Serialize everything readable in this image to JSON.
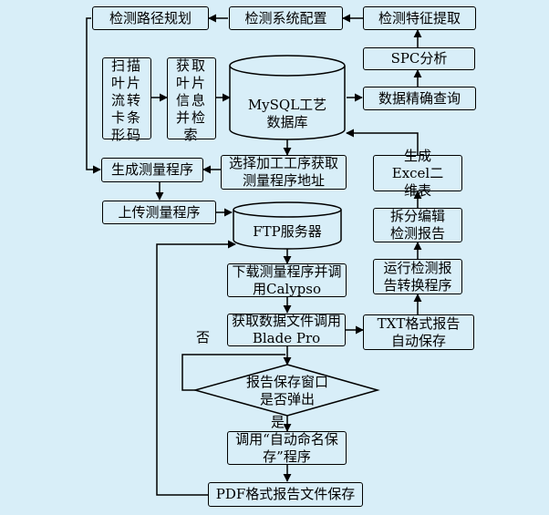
{
  "boxes": {
    "path_planning": "检测路径规划",
    "system_config": "检测系统配置",
    "feature_extraction": "检测特征提取",
    "spc_analysis": "SPC分析",
    "precise_query": "数据精确查询",
    "scan_barcode": "扫描叶片流转卡条形码",
    "get_blade_info": "获取叶片信息并检索",
    "generate_program": "生成测量程序",
    "upload_program": "上传测量程序",
    "select_process": "选择加工工序获取测量程序地址",
    "generate_excel": "生成Excel二维表",
    "split_report": "拆分编辑检测报告",
    "run_converter": "运行检测报告转换程序",
    "download_program": "下载测量程序并调用Calypso",
    "get_data_file": "获取数据文件调用Blade Pro",
    "txt_save": "TXT格式报告自动保存",
    "call_autosave": "调用“自动命名保存”程序",
    "pdf_save": "PDF格式报告文件保存"
  },
  "database": {
    "line1": "MySQL工艺",
    "line2": "数据库"
  },
  "ftp_server": "FTP服务器",
  "decision": {
    "line1": "报告保存窗口",
    "line2": "是否弹出"
  },
  "labels": {
    "no": "否",
    "yes": "是"
  },
  "colors": {
    "background": "#d8eef8",
    "stroke": "#000000"
  }
}
